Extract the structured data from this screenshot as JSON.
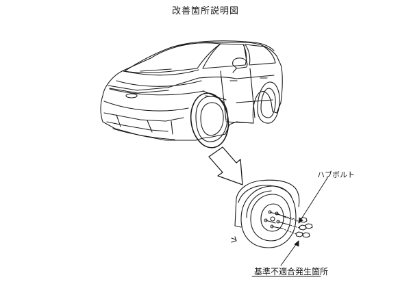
{
  "title": "改善箇所説明図",
  "labels": {
    "hub_bolt": "ハブボルト",
    "defect_location": "基準不適合発生箇所"
  },
  "colors": {
    "line": "#1a1a1a",
    "background": "#ffffff"
  }
}
